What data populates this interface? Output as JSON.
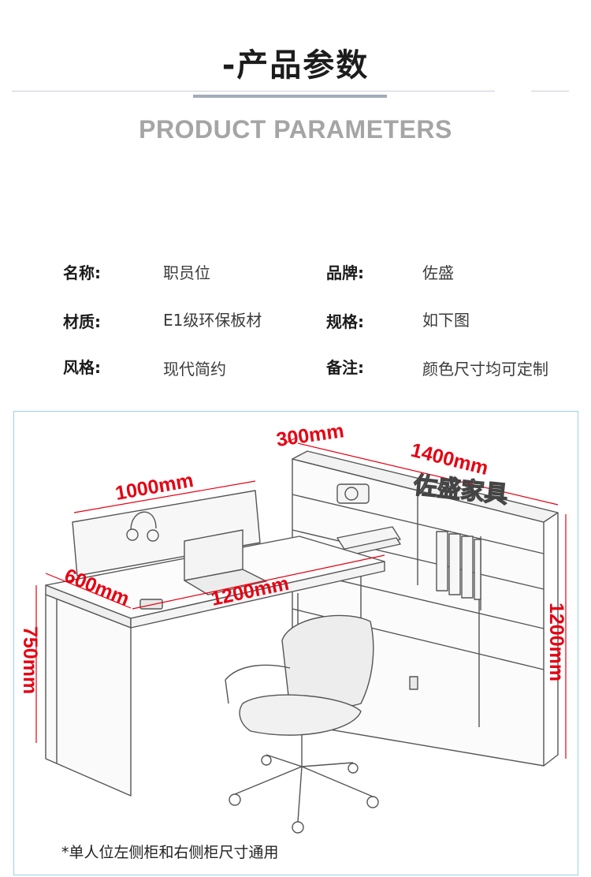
{
  "header": {
    "title": "-产品参数",
    "subtitle": "PRODUCT PARAMETERS"
  },
  "params": {
    "name": {
      "label": "名称:",
      "value": "职员位"
    },
    "brand": {
      "label": "品牌:",
      "value": "佐盛"
    },
    "material": {
      "label": "材质:",
      "value": "E1级环保板材"
    },
    "spec": {
      "label": "规格:",
      "value": "如下图"
    },
    "style": {
      "label": "风格:",
      "value": "现代简约"
    },
    "remark": {
      "label": "备注:",
      "value": "颜色尺寸均可定制"
    }
  },
  "figure": {
    "dimensions": {
      "screen_width": "1000mm",
      "desk_depth": "600mm",
      "desk_width": "1200mm",
      "desk_height": "750mm",
      "cabinet_depth": "300mm",
      "cabinet_width": "1400mm",
      "cabinet_height": "1200mm"
    },
    "watermark": "佐盛家具",
    "note": "*单人位左侧柜和右侧柜尺寸通用"
  },
  "colors": {
    "dimension": "#e60012",
    "frame_border": "#9ed1e4",
    "accent_rule": "#a4acba",
    "subtitle": "#a5a5a5"
  }
}
